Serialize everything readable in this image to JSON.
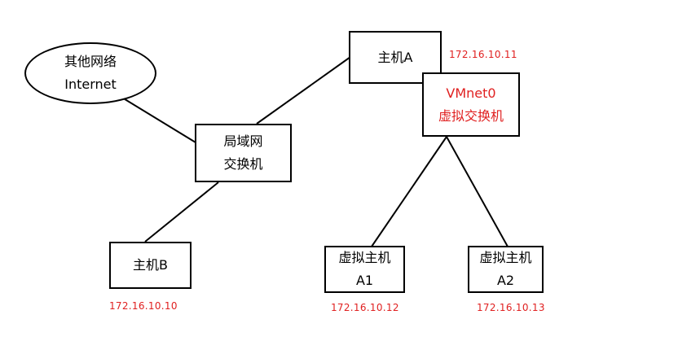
{
  "nodes": {
    "other_network": {
      "line1": "其他网络",
      "line2": "Internet"
    },
    "lan_switch": {
      "line1": "局域网",
      "line2": "交换机"
    },
    "host_a": {
      "label": "主机A"
    },
    "host_b": {
      "label": "主机B"
    },
    "vmnet0": {
      "line1": "VMnet0",
      "line2": "虚拟交换机"
    },
    "vm_a1": {
      "line1": "虚拟主机",
      "line2": "A1"
    },
    "vm_a2": {
      "line1": "虚拟主机",
      "line2": "A2"
    }
  },
  "ips": {
    "host_a": "172.16.10.11",
    "host_b": "172.16.10.10",
    "vm_a1": "172.16.10.12",
    "vm_a2": "172.16.10.13"
  },
  "colors": {
    "line": "#000000",
    "ip": "#e02020",
    "vmnet_text": "#e02020"
  }
}
